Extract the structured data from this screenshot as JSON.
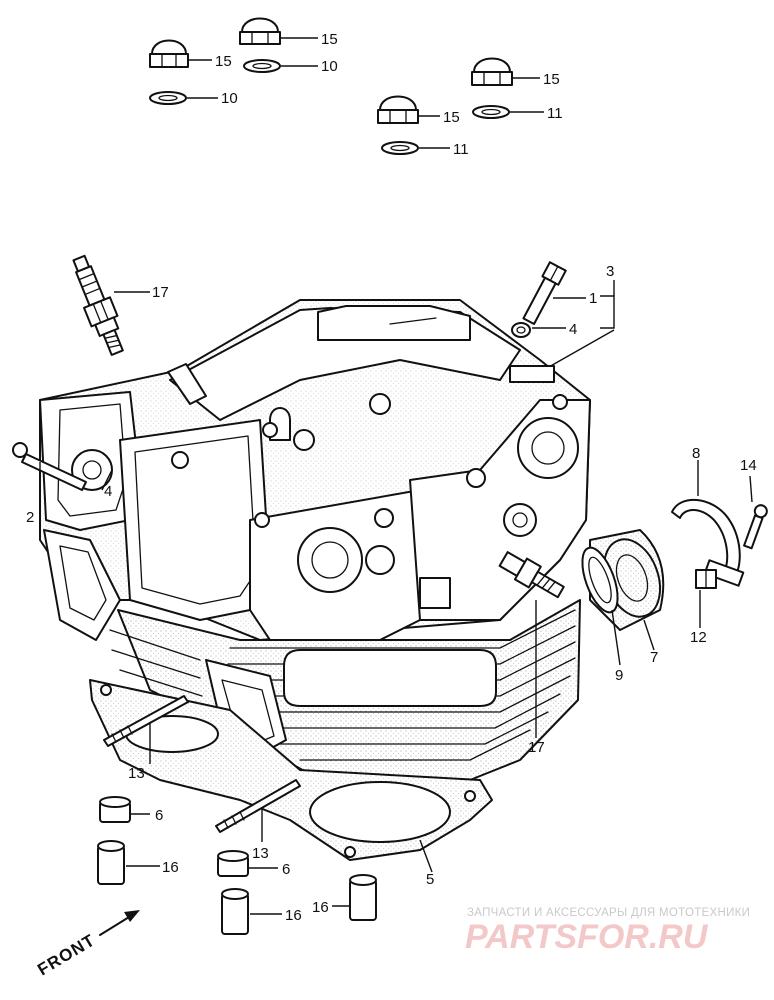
{
  "callouts": {
    "c1": "1",
    "c2": "2",
    "c3": "3",
    "c4a": "4",
    "c4b": "4",
    "c5": "5",
    "c6a": "6",
    "c6b": "6",
    "c7": "7",
    "c8": "8",
    "c9": "9",
    "c10a": "10",
    "c10b": "10",
    "c11a": "11",
    "c11b": "11",
    "c12": "12",
    "c13a": "13",
    "c13b": "13",
    "c14": "14",
    "c15a": "15",
    "c15b": "15",
    "c15c": "15",
    "c15d": "15",
    "c16a": "16",
    "c16b": "16",
    "c16c": "16",
    "c17a": "17",
    "c17b": "17"
  },
  "direction_label": "FRONT",
  "watermark": {
    "tagline": "ЗАПЧАСТИ И АКСЕССУАРЫ ДЛЯ МОТОТЕХНИКИ",
    "logo": "PARTSFOR.RU"
  }
}
